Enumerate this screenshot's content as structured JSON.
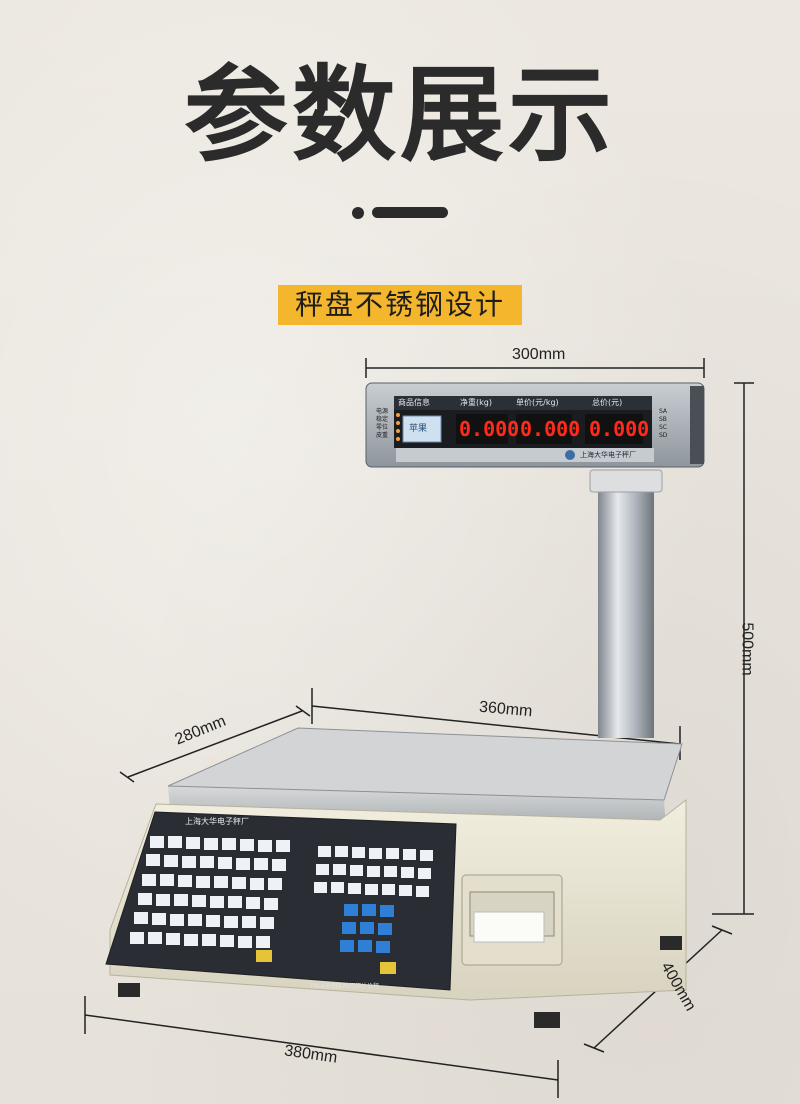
{
  "header": {
    "title": "参数展示",
    "feature_label": "秤盘不锈钢设计"
  },
  "dimensions": {
    "display_width": "300mm",
    "height": "500mm",
    "platter_width": "360mm",
    "platter_depth": "280mm",
    "base_width": "380mm",
    "base_depth": "400mm"
  },
  "display": {
    "headers": [
      "商品信息",
      "净重(kg)",
      "单价(元/kg)",
      "总价(元)"
    ],
    "weight": "0.000",
    "unit_price": "0.000",
    "total_price": "0.000",
    "product_name": "苹果",
    "left_labels": [
      "电源",
      "稳定",
      "零位",
      "皮重"
    ],
    "right_labels": [
      "SA",
      "SB",
      "SC",
      "SD"
    ],
    "brand": "上海大华电子秤厂"
  },
  "keyboard": {
    "brand": "上海大华电子秤厂",
    "model": "TM-A系列条码打印计价秤"
  },
  "colors": {
    "title": "#2b2b2b",
    "badge": "#f3b62c",
    "led": "#ff2a1a",
    "keypad_blue": "#2f7fd6",
    "keypad_yellow": "#e6c43a"
  }
}
